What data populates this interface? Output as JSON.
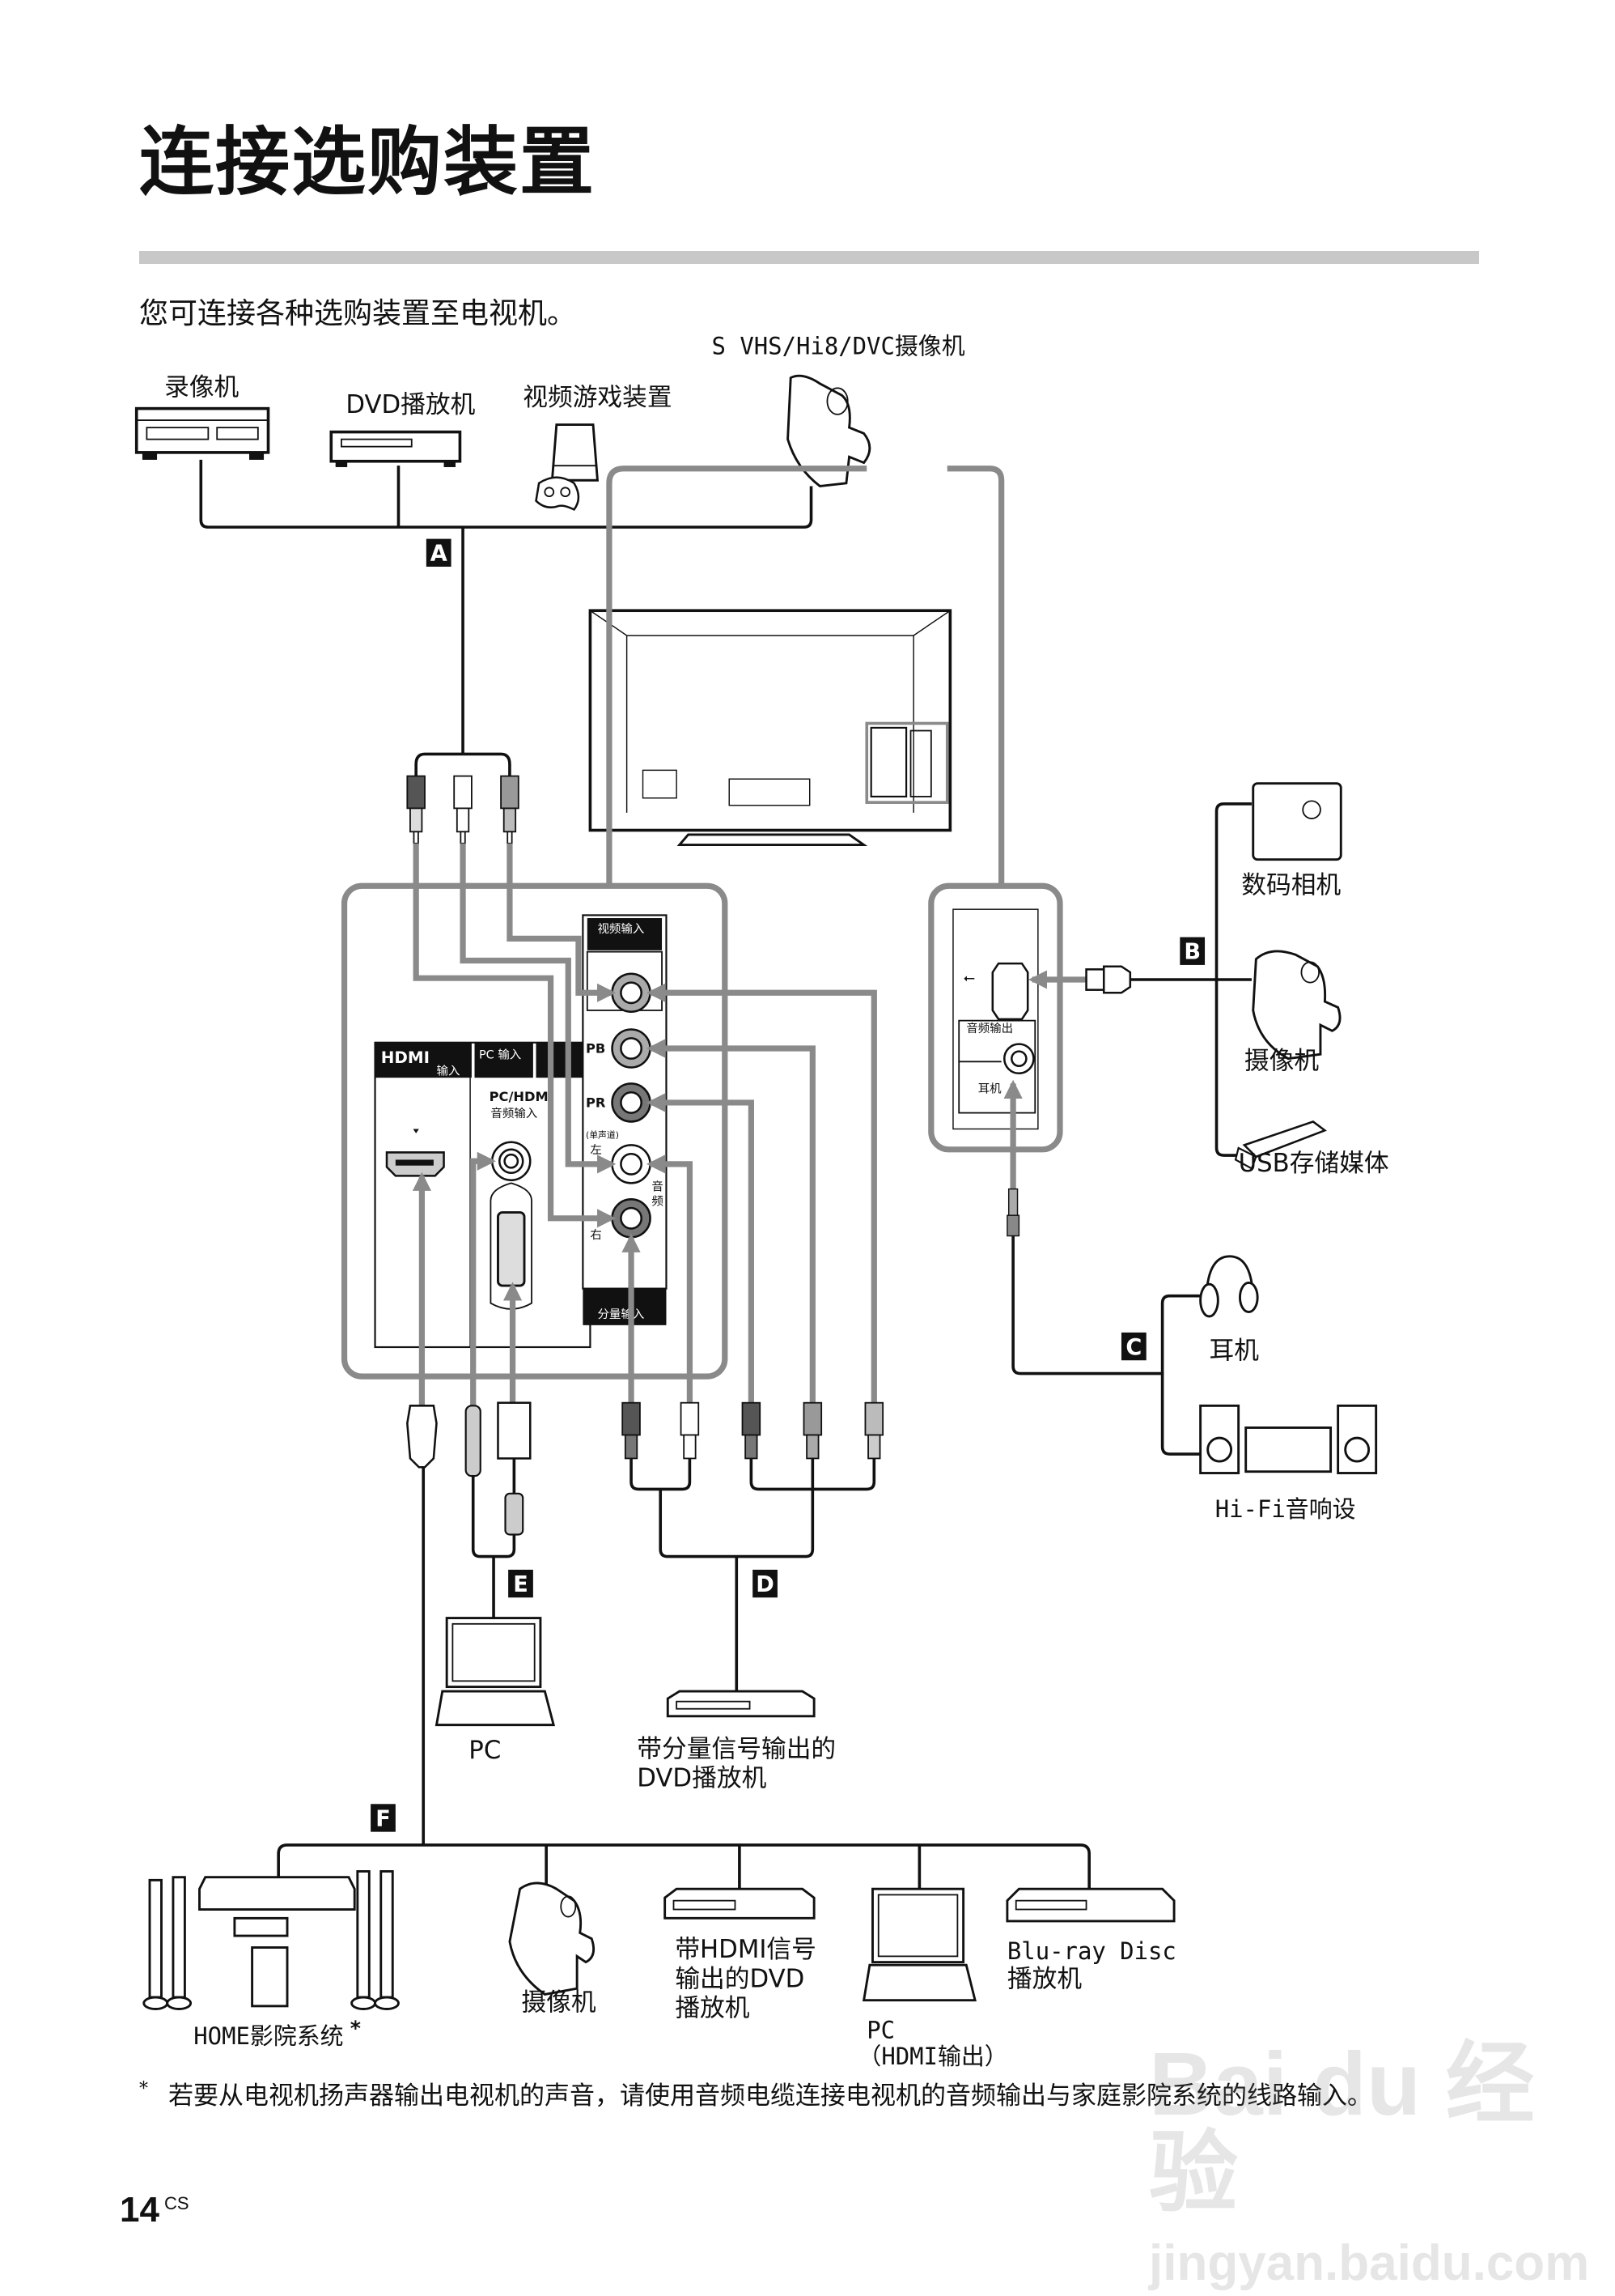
{
  "page": {
    "title": "连接选购装置",
    "intro": "您可连接各种选购装置至电视机。",
    "page_number": "14",
    "page_lang": "CS"
  },
  "devices_top": {
    "vcr": "录像机",
    "dvd": "DVD播放机",
    "game": "视频游戏装置",
    "camcorder": "S VHS/Hi8/DVC摄像机"
  },
  "cable_labels": {
    "a": "A",
    "b": "B",
    "c": "C",
    "d": "D",
    "e": "E",
    "f": "F"
  },
  "tv_panel": {
    "video_in": "视频输入",
    "hdmi": "HDMI",
    "hdmi_in": "输入",
    "pc_in": "PC 输入",
    "pc_hdmi_audio_1": "PC/HDMI",
    "pc_hdmi_audio_2": "音频输入",
    "pb": "PB",
    "pr": "PR",
    "mono": "(单声道)",
    "left": "左",
    "right": "右",
    "audio_1": "音",
    "audio_2": "频",
    "component_in": "分量输入"
  },
  "side_panel": {
    "audio_out": "音频输出",
    "headphones": "耳机"
  },
  "devices_right": {
    "digital_camera": "数码相机",
    "camcorder": "摄像机",
    "usb_storage": "USB存储媒体",
    "headphones": "耳机",
    "hifi": "Hi-Fi音响设"
  },
  "devices_mid": {
    "pc": "PC",
    "component_dvd_1": "带分量信号输出的",
    "component_dvd_2": "DVD播放机"
  },
  "devices_bottom": {
    "home_theater": "HOME影院系统",
    "home_theater_mark": "*",
    "camcorder": "摄像机",
    "hdmi_dvd_1": "带HDMI信号",
    "hdmi_dvd_2": "输出的DVD",
    "hdmi_dvd_3": "播放机",
    "pc_1": "PC",
    "pc_2": "（HDMI输出）",
    "bluray_1": "Blu-ray Disc",
    "bluray_2": "播放机"
  },
  "footnote": {
    "mark": "*",
    "text": "若要从电视机扬声器输出电视机的声音，请使用音频电缆连接电视机的音频输出与家庭影院系统的线路输入。"
  },
  "watermark": {
    "line1": "Bai du 经验",
    "line2": "jingyan.baidu.com"
  }
}
